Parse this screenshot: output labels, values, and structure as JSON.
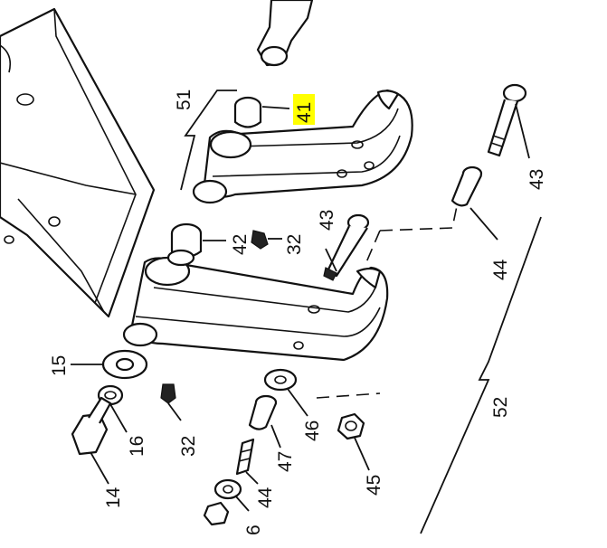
{
  "callouts": {
    "c51": "51",
    "c41": "41",
    "c43a": "43",
    "c42": "42",
    "c32a": "32",
    "c43b": "43",
    "c44a": "44",
    "c52": "52",
    "c15": "15",
    "c16": "16",
    "c14": "14",
    "c32b": "32",
    "c46": "46",
    "c47": "47",
    "c44b": "44",
    "c45": "45",
    "c6": "6"
  },
  "highlight_color": "#ffff00"
}
